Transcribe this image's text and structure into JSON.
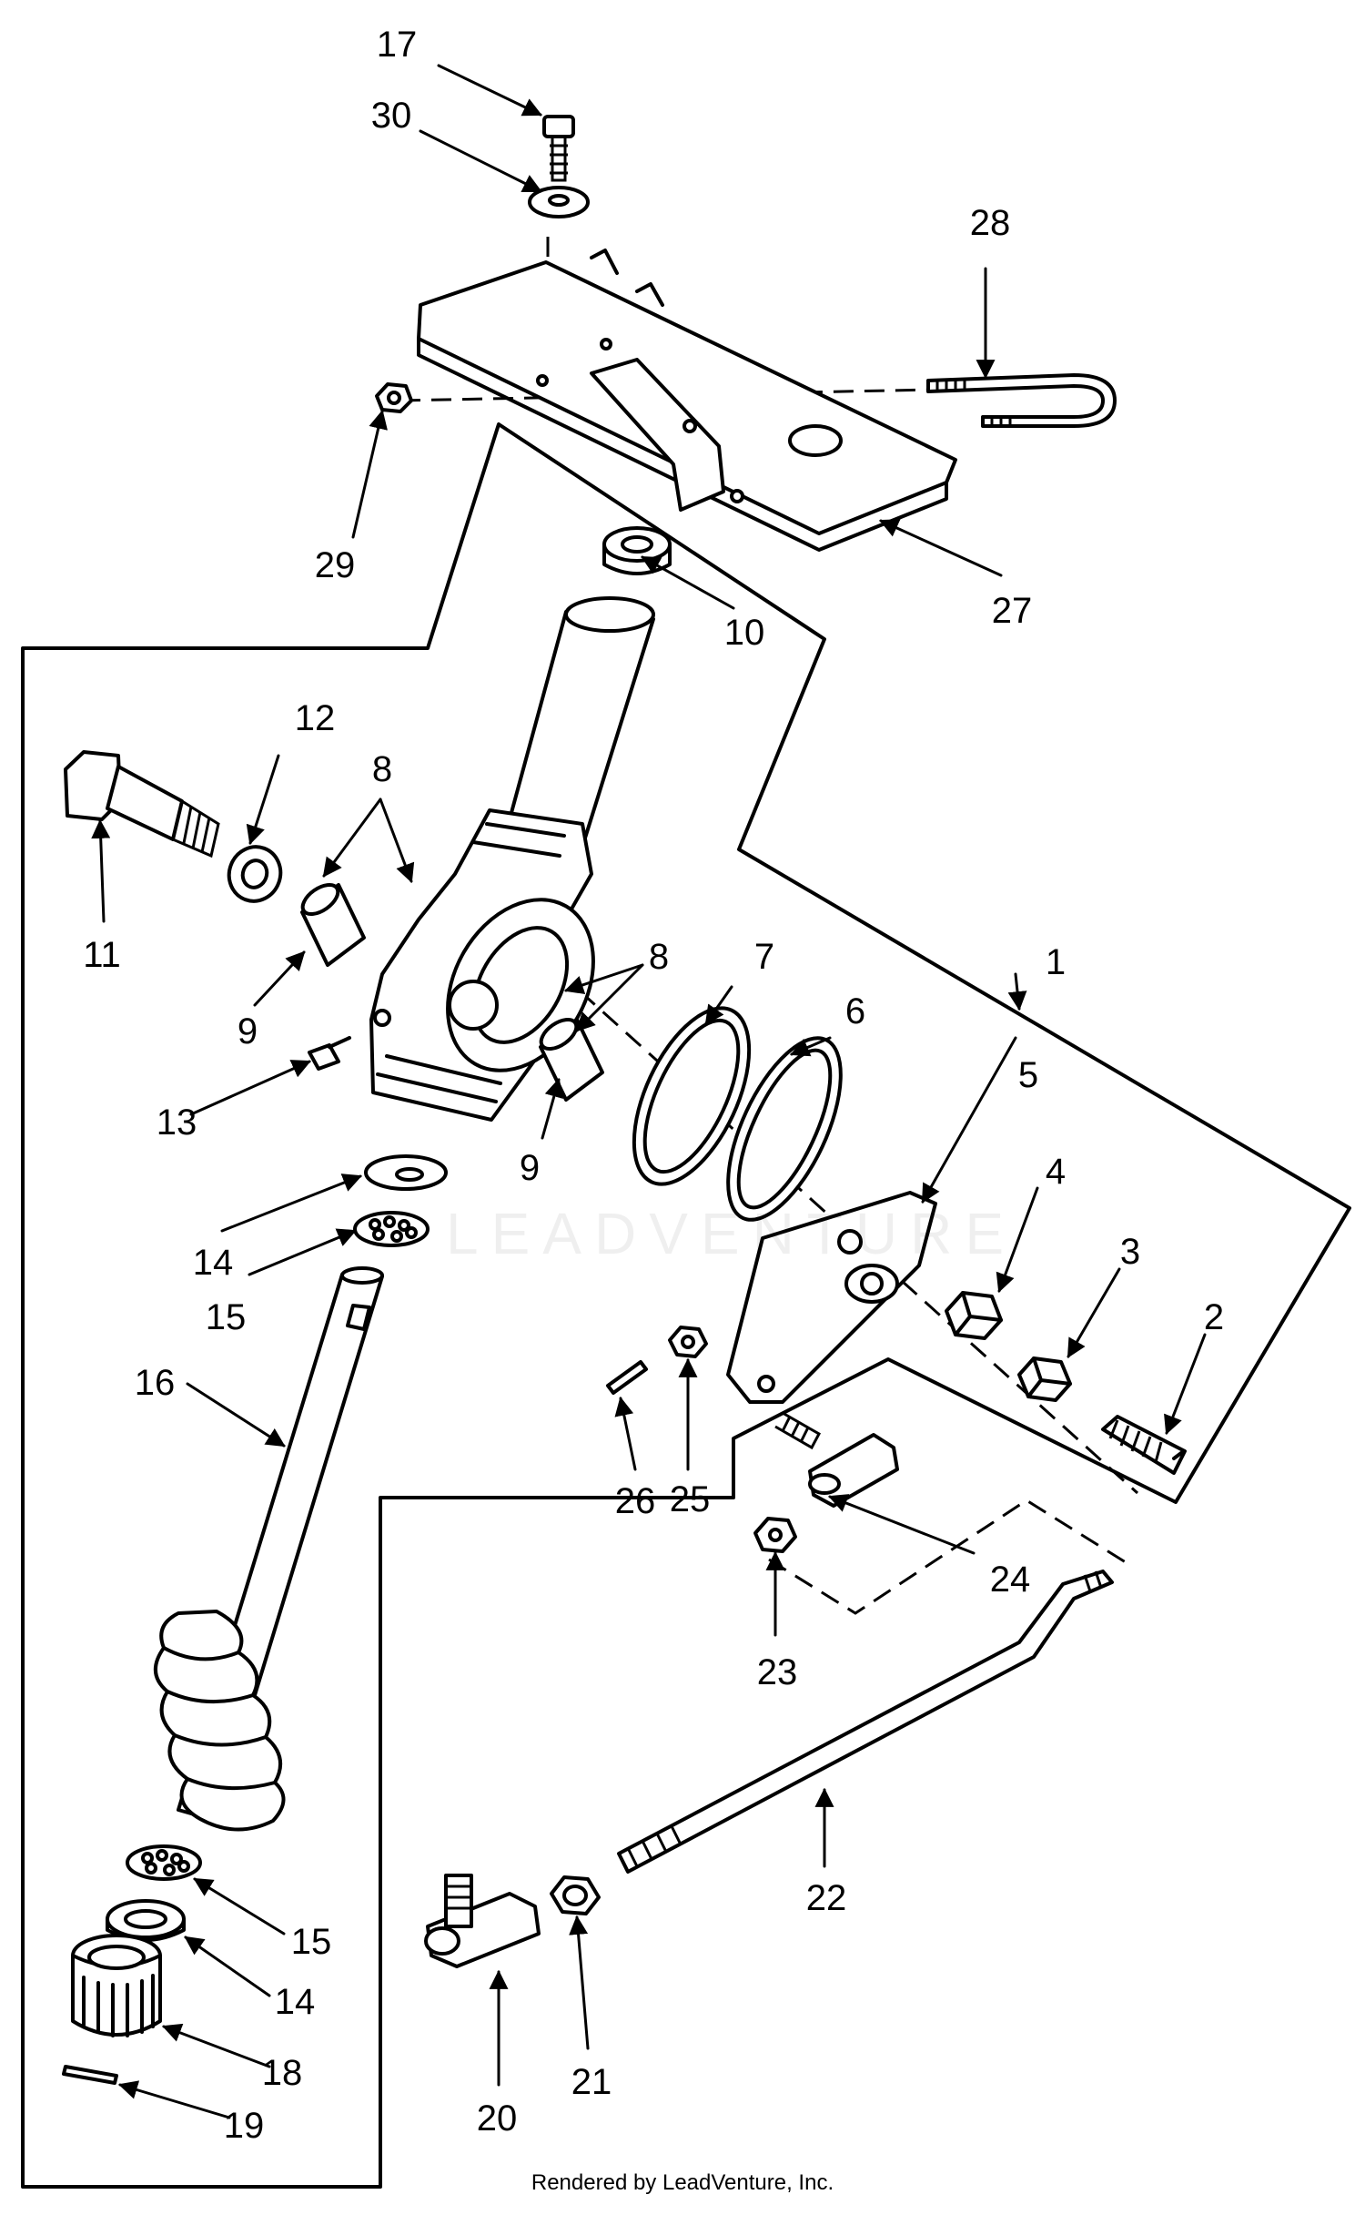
{
  "callouts": [
    {
      "id": "1",
      "label": "1"
    },
    {
      "id": "2",
      "label": "2"
    },
    {
      "id": "3",
      "label": "3"
    },
    {
      "id": "4",
      "label": "4"
    },
    {
      "id": "5",
      "label": "5"
    },
    {
      "id": "6",
      "label": "6"
    },
    {
      "id": "7",
      "label": "7"
    },
    {
      "id": "8a",
      "label": "8"
    },
    {
      "id": "8b",
      "label": "8"
    },
    {
      "id": "9a",
      "label": "9"
    },
    {
      "id": "9b",
      "label": "9"
    },
    {
      "id": "10",
      "label": "10"
    },
    {
      "id": "11",
      "label": "11"
    },
    {
      "id": "12",
      "label": "12"
    },
    {
      "id": "13",
      "label": "13"
    },
    {
      "id": "14a",
      "label": "14"
    },
    {
      "id": "14b",
      "label": "14"
    },
    {
      "id": "15a",
      "label": "15"
    },
    {
      "id": "15b",
      "label": "15"
    },
    {
      "id": "16",
      "label": "16"
    },
    {
      "id": "17",
      "label": "17"
    },
    {
      "id": "18",
      "label": "18"
    },
    {
      "id": "19",
      "label": "19"
    },
    {
      "id": "20",
      "label": "20"
    },
    {
      "id": "21",
      "label": "21"
    },
    {
      "id": "22",
      "label": "22"
    },
    {
      "id": "23",
      "label": "23"
    },
    {
      "id": "24",
      "label": "24"
    },
    {
      "id": "25",
      "label": "25"
    },
    {
      "id": "26",
      "label": "26"
    },
    {
      "id": "27",
      "label": "27"
    },
    {
      "id": "28",
      "label": "28"
    },
    {
      "id": "29",
      "label": "29"
    },
    {
      "id": "30",
      "label": "30"
    }
  ],
  "footer": "Rendered by LeadVenture, Inc.",
  "watermark": "LEADVENTURE"
}
